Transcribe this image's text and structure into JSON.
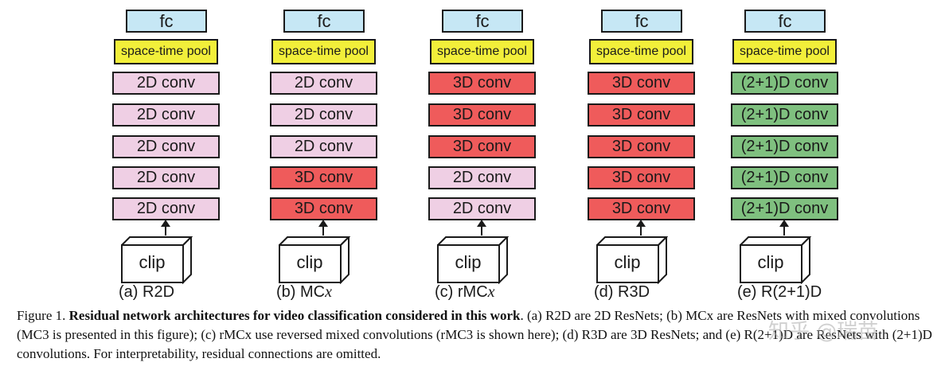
{
  "columns": [
    {
      "fc": "fc",
      "pool": "space-time pool",
      "layers": [
        {
          "label": "2D conv",
          "color": "#efcfe4"
        },
        {
          "label": "2D conv",
          "color": "#efcfe4"
        },
        {
          "label": "2D conv",
          "color": "#efcfe4"
        },
        {
          "label": "2D conv",
          "color": "#efcfe4"
        },
        {
          "label": "2D conv",
          "color": "#efcfe4"
        }
      ],
      "clip": "clip",
      "label": "(a) R2D"
    },
    {
      "fc": "fc",
      "pool": "space-time pool",
      "layers": [
        {
          "label": "2D conv",
          "color": "#efcfe4"
        },
        {
          "label": "2D conv",
          "color": "#efcfe4"
        },
        {
          "label": "2D conv",
          "color": "#efcfe4"
        },
        {
          "label": "3D conv",
          "color": "#ef5b5b"
        },
        {
          "label": "3D conv",
          "color": "#ef5b5b"
        }
      ],
      "clip": "clip",
      "label": "(b) MC",
      "label_var": "x"
    },
    {
      "fc": "fc",
      "pool": "space-time pool",
      "layers": [
        {
          "label": "3D conv",
          "color": "#ef5b5b"
        },
        {
          "label": "3D conv",
          "color": "#ef5b5b"
        },
        {
          "label": "3D conv",
          "color": "#ef5b5b"
        },
        {
          "label": "2D conv",
          "color": "#efcfe4"
        },
        {
          "label": "2D conv",
          "color": "#efcfe4"
        }
      ],
      "clip": "clip",
      "label": "(c) rMC",
      "label_var": "x"
    },
    {
      "fc": "fc",
      "pool": "space-time pool",
      "layers": [
        {
          "label": "3D conv",
          "color": "#ef5b5b"
        },
        {
          "label": "3D conv",
          "color": "#ef5b5b"
        },
        {
          "label": "3D conv",
          "color": "#ef5b5b"
        },
        {
          "label": "3D conv",
          "color": "#ef5b5b"
        },
        {
          "label": "3D conv",
          "color": "#ef5b5b"
        }
      ],
      "clip": "clip",
      "label": "(d) R3D"
    },
    {
      "fc": "fc",
      "pool": "space-time pool",
      "layers": [
        {
          "label": "(2+1)D conv",
          "color": "#7fc07f"
        },
        {
          "label": "(2+1)D conv",
          "color": "#7fc07f"
        },
        {
          "label": "(2+1)D conv",
          "color": "#7fc07f"
        },
        {
          "label": "(2+1)D conv",
          "color": "#7fc07f"
        },
        {
          "label": "(2+1)D conv",
          "color": "#7fc07f"
        }
      ],
      "clip": "clip",
      "label": "(e) R(2+1)D"
    }
  ],
  "colors": {
    "fc": "#c6e7f5",
    "pool": "#f2ef3a"
  },
  "caption": {
    "prefix": "Figure 1. ",
    "bold": "Residual network architectures for video classification considered in this work",
    "rest": ". (a) R2D are 2D ResNets; (b) MCx are ResNets with mixed convolutions (MC3 is presented in this figure); (c) rMCx use reversed mixed convolutions (rMC3 is shown here); (d) R3D are 3D ResNets; and (e) R(2+1)D are ResNets with (2+1)D convolutions. For interpretability, residual connections are omitted."
  },
  "watermark": "知乎 @瑞苗"
}
